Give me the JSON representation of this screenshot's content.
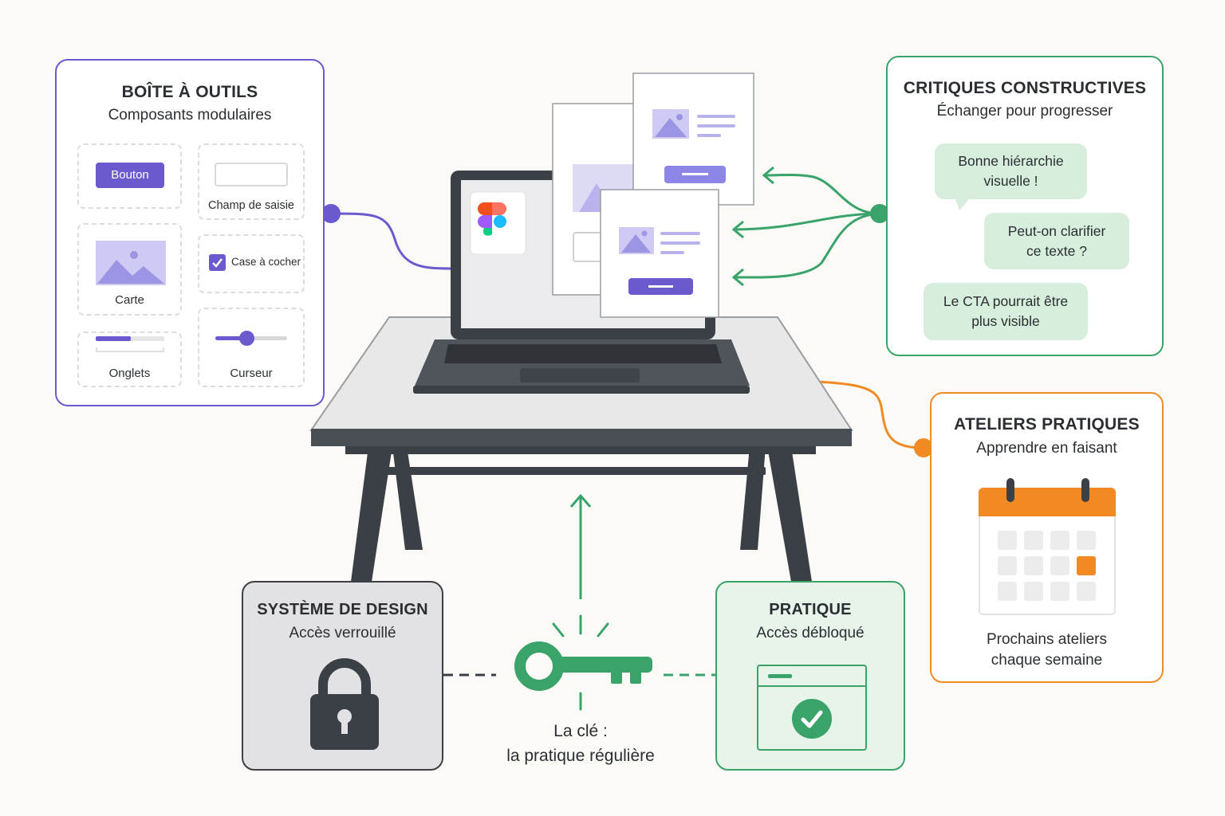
{
  "toolbox": {
    "title": "BOÎTE À OUTILS",
    "subtitle": "Composants modulaires",
    "components": {
      "button_label": "Bouton",
      "input_label": "Champ de saisie",
      "card_label": "Carte",
      "checkbox_label": "Case à cocher",
      "tabs_label": "Onglets",
      "slider_label": "Curseur"
    }
  },
  "critiques": {
    "title": "CRITIQUES CONSTRUCTIVES",
    "subtitle": "Échanger pour progresser",
    "comments": [
      "Bonne hiérarchie\nvisuelle !",
      "Peut-on clarifier\nce texte ?",
      "Le CTA pourrait être\nplus visible"
    ]
  },
  "workshops": {
    "title": "ATELIERS PRATIQUES",
    "subtitle": "Apprendre en faisant",
    "note": "Prochains ateliers\nchaque semaine"
  },
  "design_system": {
    "title": "SYSTÈME DE DESIGN",
    "subtitle": "Accès verrouillé"
  },
  "practice": {
    "title": "PRATIQUE",
    "subtitle": "Accès débloqué"
  },
  "key": {
    "caption": "La clé :\nla pratique régulière"
  },
  "colors": {
    "purple": "#6a5acd",
    "green": "#3aa36a",
    "orange": "#f28a24",
    "dark": "#3b4046"
  }
}
